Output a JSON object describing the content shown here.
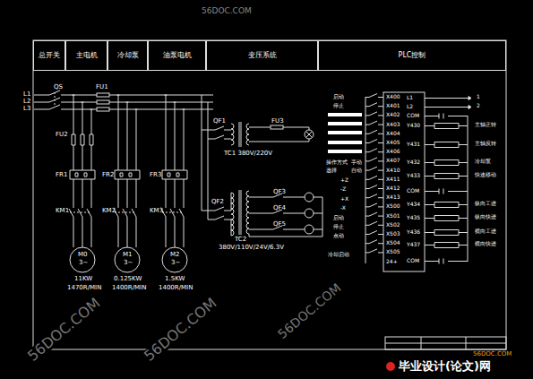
{
  "diagram": {
    "nodes": [
      {
        "text": [
          "总开关"
        ]
      },
      {
        "text": [
          "主电机"
        ]
      },
      {
        "text": [
          "冷却泵"
        ]
      },
      {
        "text": [
          "油泵电机"
        ]
      },
      {
        "text": [
          "变压系统"
        ]
      },
      {
        "text": [
          "PLC控制"
        ]
      }
    ],
    "labels": [
      "L1",
      "L2",
      "L3",
      "QS",
      "FU1",
      "FU2",
      "FR1",
      "FR2",
      "FR3",
      "KM1",
      "KM2",
      "KM3",
      "M0",
      "3~",
      "M1",
      "3~",
      "M2",
      "3~",
      "11KW",
      "0.125KW",
      "1.5KW",
      "1470R/MIN",
      "1400R/MIN",
      "1400R/MIN",
      "QF1",
      "FU3",
      "TC1 380V/220V",
      "QF2",
      "QF3",
      "QF4",
      "QF5",
      "TC2",
      "380V/110V/24V/6.3V",
      "X400",
      "X401",
      "X402",
      "X403",
      "X404",
      "X405",
      "X406",
      "X407",
      "X410",
      "X411",
      "X412",
      "X413",
      "X500",
      "X501",
      "X502",
      "X503",
      "X504",
      "X505",
      "24+",
      "L1",
      "L2",
      "COM",
      "Y430",
      "Y431",
      "Y432",
      "Y433",
      "COM",
      "Y434",
      "Y435",
      "Y436",
      "Y437",
      "COM",
      "1",
      "2",
      "启动",
      "停止",
      "操作方式",
      "手动",
      "选择",
      "自动",
      "+Z",
      "-Z",
      "+X",
      "-X",
      "启动",
      "停止",
      "点动",
      "冷却启动",
      "主轴正转",
      "主轴反转",
      "冷却泵",
      "快速移动",
      "纵向工进",
      "纵向快进",
      "横向工进",
      "横向快进",
      "56DOC.COM",
      "56DOC.COM",
      "56DOC.COM",
      "56DOC.COM",
      "56DOC.COM",
      "毕业设计(论文)网"
    ]
  }
}
